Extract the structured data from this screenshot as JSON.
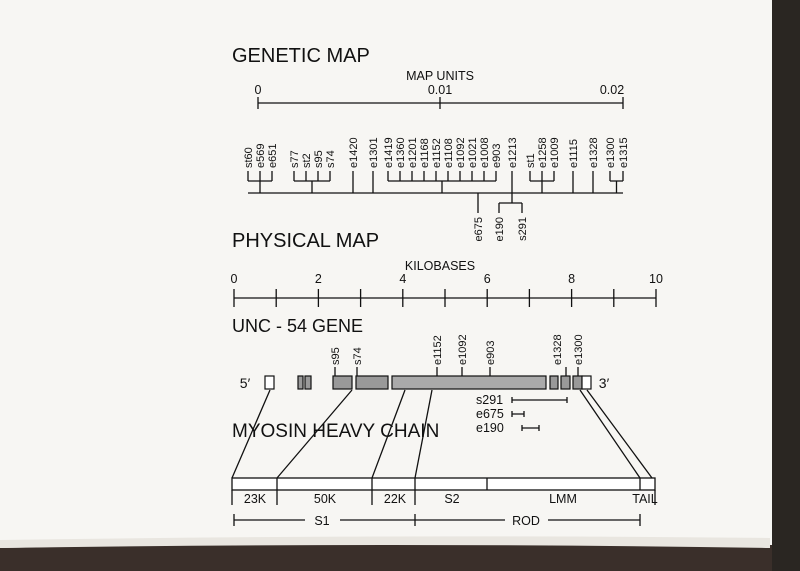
{
  "genetic_map": {
    "title": "GENETIC MAP",
    "scale_label": "MAP UNITS",
    "scale_ticks": [
      "0",
      "0.01",
      "0.02"
    ],
    "groups": [
      [
        "st60",
        "e569",
        "e651"
      ],
      [
        "s77",
        "st2",
        "s95",
        "s74"
      ],
      [
        "e1420"
      ],
      [
        "e1301"
      ],
      [
        "e1419",
        "e1360",
        "e1201",
        "e1168",
        "e1152",
        "e1108",
        "e1092",
        "e1021",
        "e1008",
        "e903"
      ],
      [
        "e1213"
      ],
      [
        "st1",
        "e1258",
        "e1009"
      ],
      [
        "e1115"
      ],
      [
        "e1328"
      ],
      [
        "e1300",
        "e1315"
      ]
    ],
    "below": [
      "e675",
      "e190",
      "s291"
    ]
  },
  "physical_map": {
    "title": "PHYSICAL MAP",
    "scale_label": "KILOBASES",
    "scale_ticks": [
      "0",
      "2",
      "4",
      "6",
      "8",
      "10"
    ]
  },
  "gene": {
    "title": "UNC - 54 GENE",
    "five_prime": "5′",
    "three_prime": "3′",
    "mutations": [
      "s95",
      "s74",
      "e1152",
      "e1092",
      "e903",
      "e1328",
      "e1300"
    ],
    "deletions": [
      "s291",
      "e675",
      "e190"
    ]
  },
  "protein": {
    "title": "MYOSIN HEAVY CHAIN",
    "segments": [
      "23K",
      "50K",
      "22K",
      "S2",
      "LMM",
      "TAIL"
    ],
    "regions": [
      "S1",
      "ROD"
    ]
  }
}
